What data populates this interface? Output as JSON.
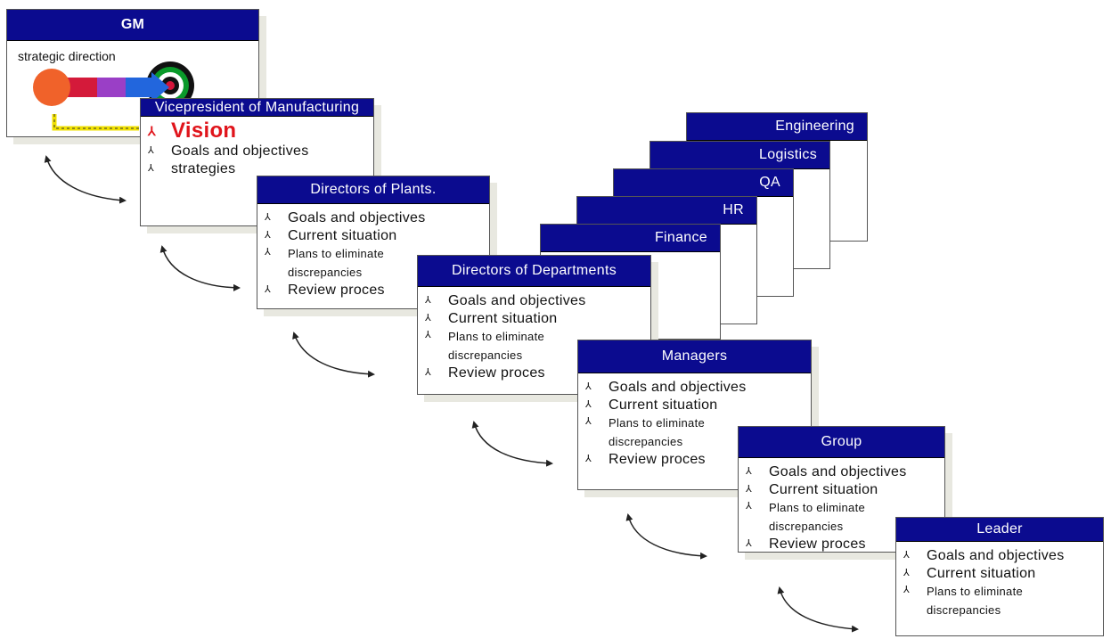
{
  "gm": {
    "title": "GM",
    "caption": "strategic direction"
  },
  "vp": {
    "title": "Vicepresident of Manufacturing",
    "items": [
      "Vision",
      "Goals and objectives",
      "strategies"
    ]
  },
  "bullet": "⅄",
  "standard_items": [
    "Goals and objectives",
    "Current situation",
    "Plans to eliminate",
    "discrepancies",
    "Review proces"
  ],
  "levels": [
    {
      "title": "Directors of Plants."
    },
    {
      "title": "Directors of Departments"
    },
    {
      "title": "Managers"
    },
    {
      "title": "Group"
    },
    {
      "title": "Leader"
    }
  ],
  "departments": [
    "Engineering",
    "Logistics",
    "QA",
    "HR",
    "Finance"
  ],
  "colors": {
    "header_bg": "#0b0b8f",
    "header_text": "#ffffff",
    "vision": "#e0141b"
  }
}
